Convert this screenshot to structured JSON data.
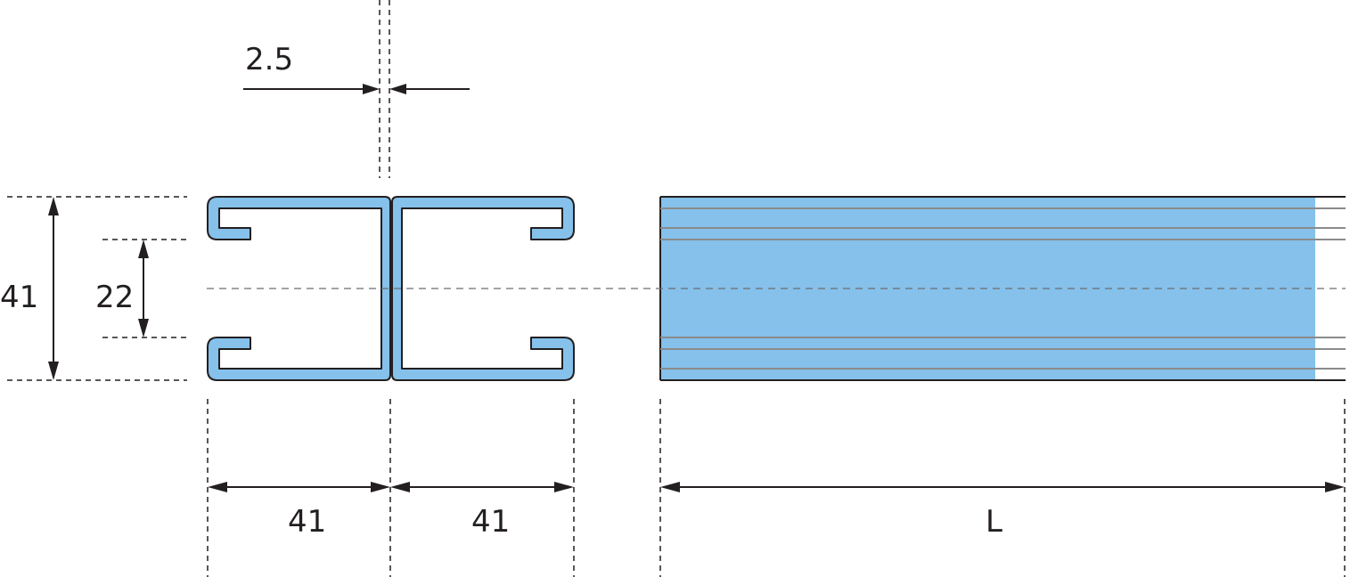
{
  "dimensions": {
    "thickness": "2.5",
    "height": "41",
    "slot_opening": "22",
    "width_left": "41",
    "width_right": "41",
    "length": "L"
  },
  "colors": {
    "profile_fill": "#85c1eb",
    "line": "#231f20",
    "groove": "#8a8a8a"
  }
}
